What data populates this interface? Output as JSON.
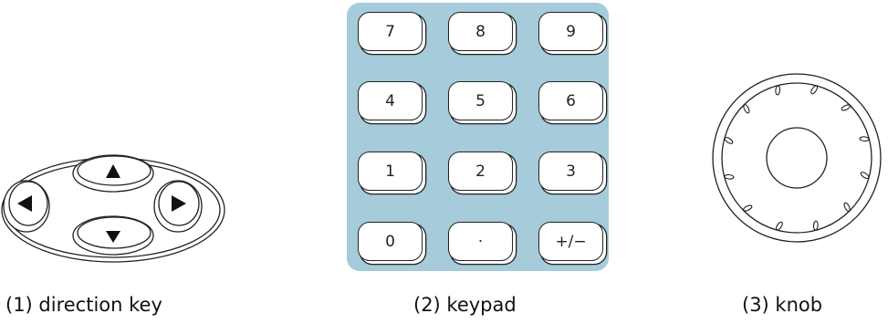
{
  "direction_panel": {
    "caption": "(1) direction key",
    "keys": [
      "up-arrow-icon",
      "down-arrow-icon",
      "left-arrow-icon",
      "right-arrow-icon"
    ]
  },
  "keypad_panel": {
    "caption": "(2) keypad",
    "background": "#a6cbda",
    "keys": [
      "7",
      "8",
      "9",
      "4",
      "5",
      "6",
      "1",
      "2",
      "3",
      "0",
      "·",
      "+/−"
    ]
  },
  "knob_panel": {
    "caption": "(3) knob"
  }
}
